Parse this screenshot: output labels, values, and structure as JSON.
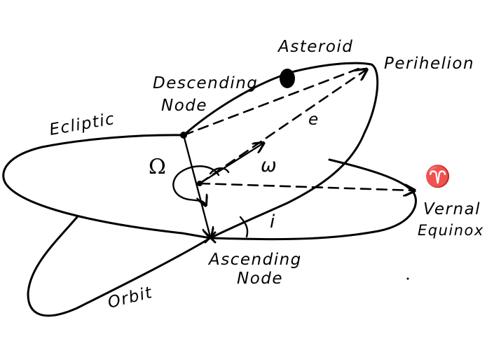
{
  "labels": {
    "asteroid": "Asteroid",
    "perihelion": "Perihelion",
    "descending_node_1": "Descending",
    "descending_node_2": "Node",
    "ecliptic": "Ecliptic",
    "e_vector": "e",
    "omega_upper": "Ω",
    "omega_lower": "ω",
    "vernal_symbol": "♈",
    "vernal_1": "Vernal",
    "vernal_2": "Equinox",
    "inclination": "i",
    "ascending_1": "Ascending",
    "ascending_2": "Node",
    "orbit": "Orbit"
  }
}
